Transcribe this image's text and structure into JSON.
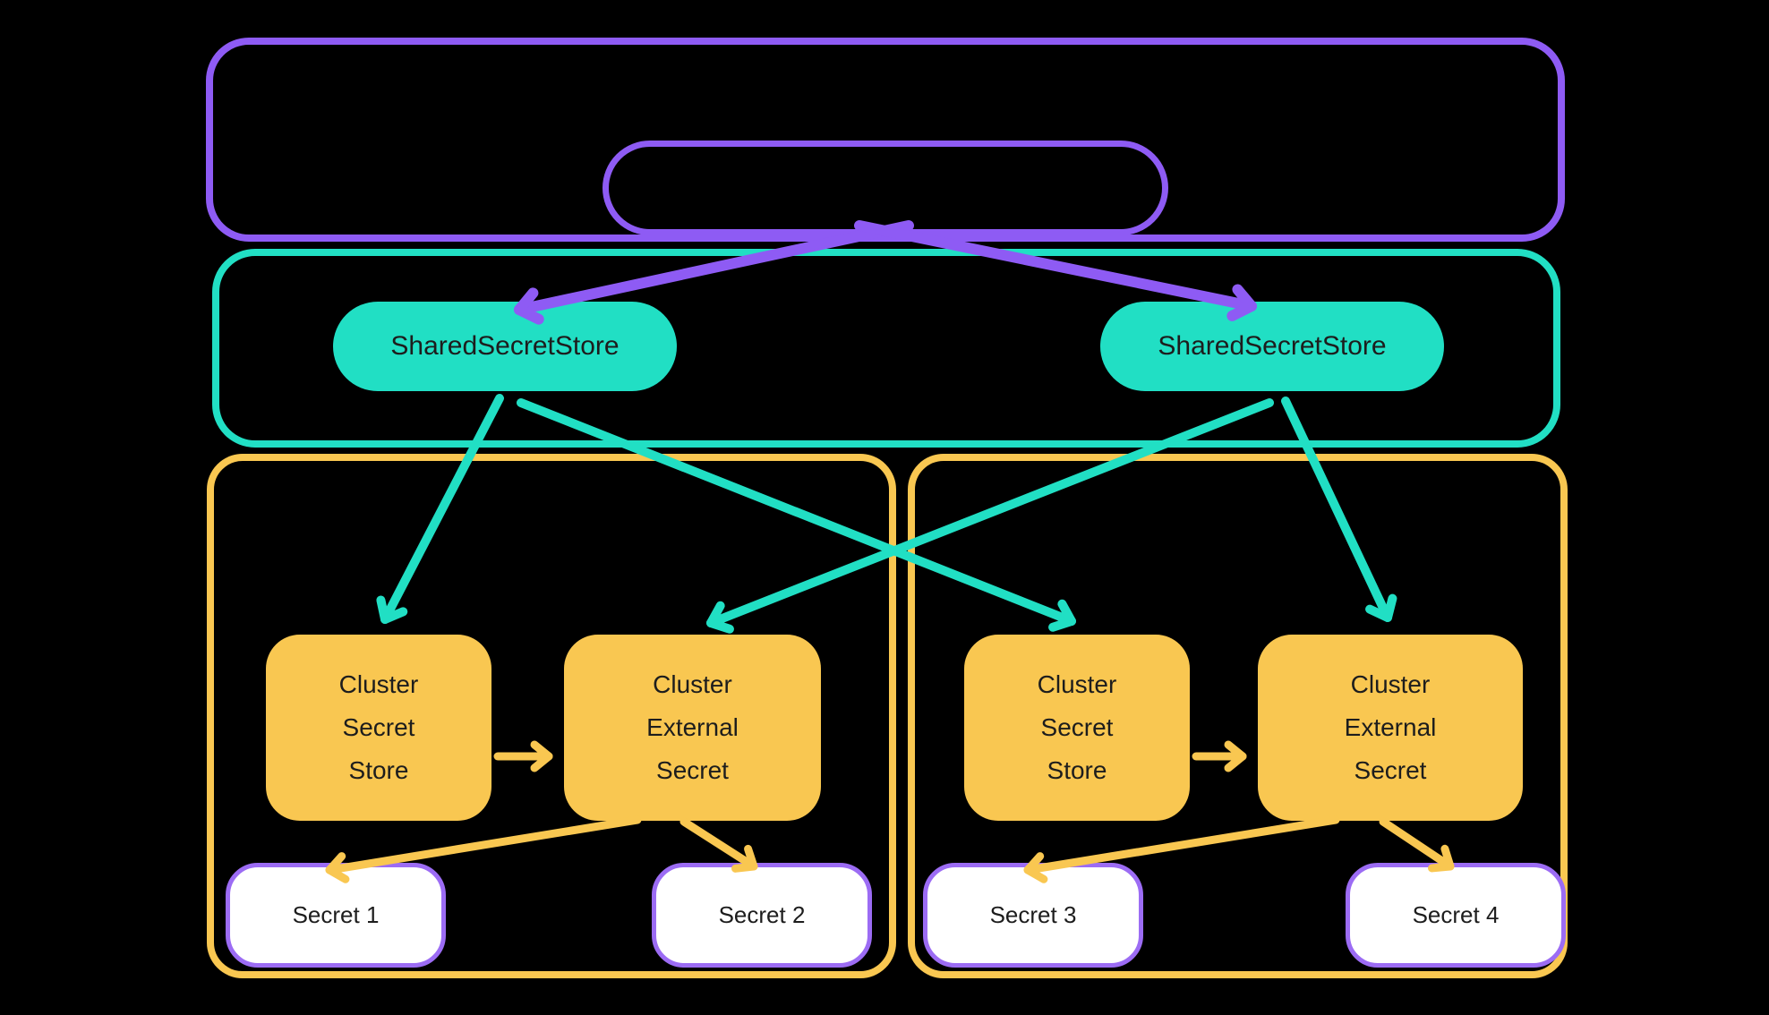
{
  "diagram": {
    "background": "#000000",
    "colors": {
      "purple": "#8e5bf4",
      "teal": "#21dfc4",
      "yellow": "#f9c751",
      "secret_border_purple": "#9c6cf4",
      "secret_fill": "#ffffff",
      "text": "#1d1d1d"
    },
    "top_section": {
      "container_label": "",
      "pill_label": ""
    },
    "shared_stores": {
      "left": {
        "label": "SharedSecretStore"
      },
      "right": {
        "label": "SharedSecretStore"
      }
    },
    "clusters": {
      "left": {
        "secret_store": {
          "label": "Cluster Secret Store"
        },
        "external_secret": {
          "label": "Cluster External Secret"
        },
        "secrets": [
          {
            "label": "Secret 1"
          },
          {
            "label": "Secret 2"
          }
        ]
      },
      "right": {
        "secret_store": {
          "label": "Cluster Secret Store"
        },
        "external_secret": {
          "label": "Cluster External Secret"
        },
        "secrets": [
          {
            "label": "Secret 3"
          },
          {
            "label": "Secret 4"
          }
        ]
      }
    },
    "edges": [
      {
        "from": "controller-pill",
        "to": "shared-secret-store-left",
        "color": "purple"
      },
      {
        "from": "controller-pill",
        "to": "shared-secret-store-right",
        "color": "purple"
      },
      {
        "from": "shared-secret-store-left",
        "to": "cluster-1-secret-store",
        "color": "teal"
      },
      {
        "from": "shared-secret-store-left",
        "to": "cluster-2-secret-store",
        "color": "teal"
      },
      {
        "from": "shared-secret-store-right",
        "to": "cluster-1-external-secret",
        "color": "teal"
      },
      {
        "from": "shared-secret-store-right",
        "to": "cluster-2-external-secret",
        "color": "teal"
      },
      {
        "from": "cluster-1-secret-store",
        "to": "cluster-1-external-secret",
        "color": "yellow"
      },
      {
        "from": "cluster-2-secret-store",
        "to": "cluster-2-external-secret",
        "color": "yellow"
      },
      {
        "from": "cluster-1-external-secret",
        "to": "secret-1",
        "color": "yellow"
      },
      {
        "from": "cluster-1-external-secret",
        "to": "secret-2",
        "color": "yellow"
      },
      {
        "from": "cluster-2-external-secret",
        "to": "secret-3",
        "color": "yellow"
      },
      {
        "from": "cluster-2-external-secret",
        "to": "secret-4",
        "color": "yellow"
      }
    ]
  }
}
